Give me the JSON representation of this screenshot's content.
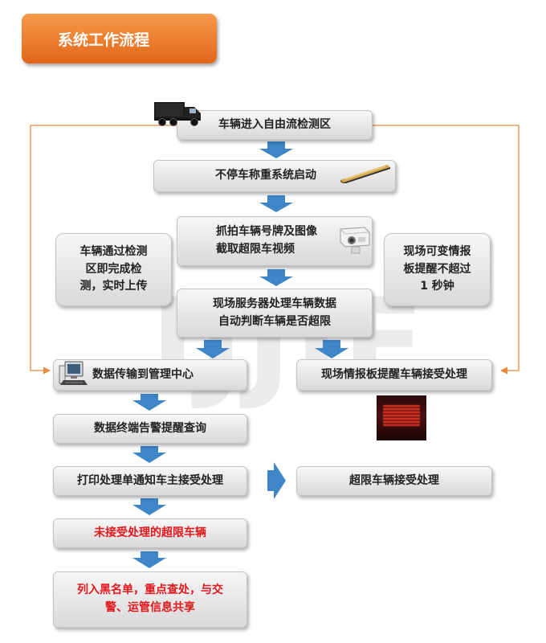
{
  "title": "系统工作流程",
  "watermark": "IJJIE",
  "colors": {
    "accent": "#e8731f",
    "arrow": "#3f86c9",
    "connector": "#e88a3c",
    "alert_text": "#e4161c",
    "box_fill": "#e4e4e4"
  },
  "steps": {
    "enter": "车辆进入自由流检测区",
    "start": "不停车称重系统启动",
    "capture": "抓拍车辆号牌及图像\n截取超限车视频",
    "process": "现场服务器处理车辆数据\n自动判断车辆是否超限",
    "transfer": "数据传输到管理中心",
    "terminal": "数据终端告警提醒查询",
    "print": "打印处理单通知车主接受处理",
    "unaccepted": "未接受处理的超限车辆",
    "blacklist": "列入黑名单，重点查处，与交\n警、运管信息共享",
    "board": "现场情报板提醒车辆接受处理",
    "overlimit": "超限车辆接受处理"
  },
  "notes": {
    "left": "车辆通过检测\n区即完成检\n测，实时上传",
    "right": "现场可变情报\n板提醒不超过\n1 秒钟"
  },
  "icons": [
    "truck-icon",
    "weigh-sensor-icon",
    "camera-icon",
    "computer-icon",
    "led-display-icon"
  ]
}
